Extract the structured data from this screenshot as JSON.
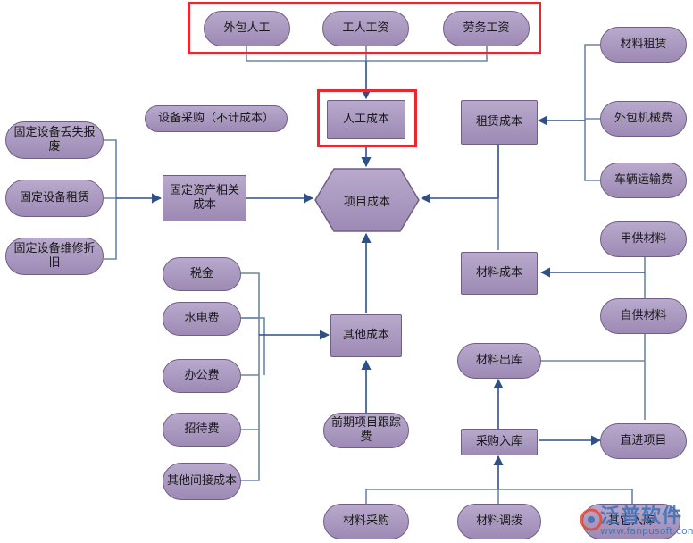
{
  "nodes": {
    "waibao_rengong": "外包人工",
    "gongren_gongzi": "工人工资",
    "laowu_gongzi": "劳务工资",
    "rengong_chengben": "人工成本",
    "shebei_caigou": "设备采购（不计成本）",
    "cailiao_zulin": "材料租赁",
    "zulin_chengben": "租赁成本",
    "waibao_jixie": "外包机械费",
    "cheliang_yunshu": "车辆运输费",
    "gudingshebei_diushi": "固定设备丢失报废",
    "gudingshebei_zulin": "固定设备租赁",
    "gudingshebei_weixiu": "固定设备维修折旧",
    "gudingzichan": "固定资产相关成本",
    "xiangmu_chengben": "项目成本",
    "jiagong_cailiao": "甲供材料",
    "cailiao_chengben": "材料成本",
    "zigong_cailiao": "自供材料",
    "shuijin": "税金",
    "shuidian": "水电费",
    "qita_chengben": "其他成本",
    "bangong": "办公费",
    "zhaodai": "招待费",
    "qita_jianjie": "其他间接成本",
    "qianqi_genzong": "前期项目跟踪费",
    "cailiao_chuku": "材料出库",
    "caigou_ruku": "采购入库",
    "zhijin_xiangmu": "直进项目",
    "cailiao_caigou": "材料采购",
    "cailiao_diaobo": "材料调拨",
    "qita_ruku": "其它入库"
  },
  "logo": {
    "name": "泛普软件",
    "url": "www.fanpusoft.com"
  },
  "colors": {
    "node_fill": "#a897bf",
    "node_border": "#6f5f86",
    "arrow": "#2f4f87",
    "line": "#6b86a8",
    "highlight": "#e8282e"
  }
}
